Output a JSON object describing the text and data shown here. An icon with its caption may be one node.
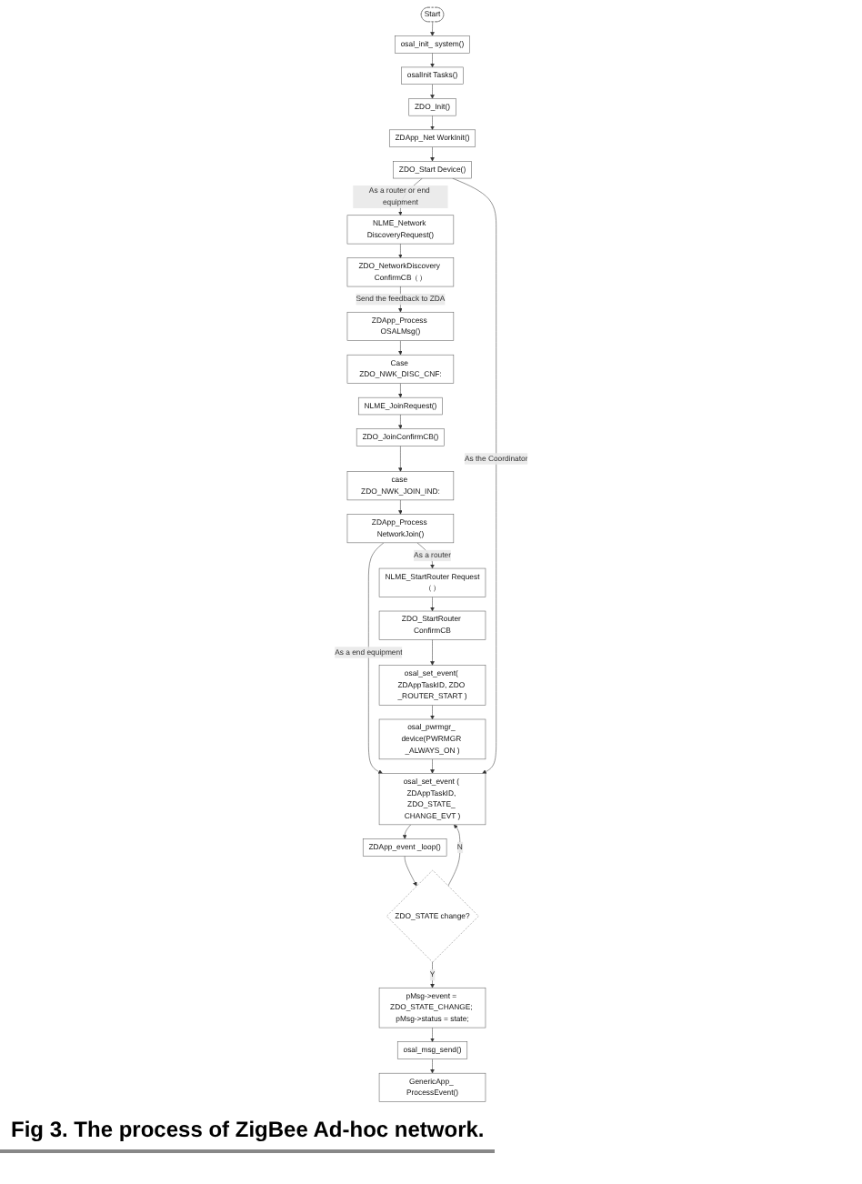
{
  "diagram": {
    "caption": "Fig 3. The process of ZigBee Ad-hoc network.",
    "nodes": [
      {
        "text": [
          "Start"
        ]
      },
      {
        "text": [
          "osal_init_ system()"
        ]
      },
      {
        "text": [
          "osalInit Tasks()"
        ]
      },
      {
        "text": [
          "ZDO_Init()"
        ]
      },
      {
        "text": [
          "ZDApp_Net WorkInit()"
        ]
      },
      {
        "text": [
          "ZDO_Start Device()"
        ]
      },
      {
        "text": [
          "NLME_Network DiscoveryRequest()"
        ]
      },
      {
        "text": [
          "ZDO_NetworkDiscovery ConfirmCB（）"
        ]
      },
      {
        "text": [
          "ZDApp_Process OSALMsg()"
        ]
      },
      {
        "text": [
          "Case ZDO_NWK_DISC_CNF:"
        ]
      },
      {
        "text": [
          "NLME_JoinRequest()"
        ]
      },
      {
        "text": [
          "ZDO_JoinConfirmCB()"
        ]
      },
      {
        "text": [
          "case ZDO_NWK_JOIN_IND:"
        ]
      },
      {
        "text": [
          "ZDApp_Process NetworkJoin()"
        ]
      },
      {
        "text": [
          "NLME_StartRouter Request（）"
        ]
      },
      {
        "text": [
          "ZDO_StartRouter ConfirmCB"
        ]
      },
      {
        "text": [
          "osal_set_event( ZDAppTaskID, ZDO _ROUTER_START )"
        ]
      },
      {
        "text": [
          "osal_pwrmgr_ device(PWRMGR _ALWAYS_ON )"
        ]
      },
      {
        "text": [
          "osal_set_event ( ZDAppTaskID, ZDO_STATE_ CHANGE_EVT )"
        ]
      },
      {
        "text": [
          "ZDApp_event _loop()"
        ]
      },
      {
        "text": [
          "ZDO_STATE change?"
        ]
      },
      {
        "text": [
          "pMsg->event = ZDO_STATE_CHANGE; pMsg->status = state;"
        ]
      },
      {
        "text": [
          "osal_msg_send()"
        ]
      },
      {
        "text": [
          "GenericApp_ ProcessEvent()"
        ]
      }
    ],
    "edges": [
      {
        "from": 0,
        "to": 1,
        "arrow": "to"
      },
      {
        "from": 1,
        "to": 2,
        "arrow": "to"
      },
      {
        "from": 2,
        "to": 3,
        "arrow": "to"
      },
      {
        "from": 3,
        "to": 4,
        "arrow": "to"
      },
      {
        "from": 4,
        "to": 5,
        "arrow": "to"
      },
      {
        "from": 5,
        "to": 6,
        "arrow": "to",
        "label": "As a router or end equipment"
      },
      {
        "from": 6,
        "to": 7,
        "arrow": "to"
      },
      {
        "from": 7,
        "to": 8,
        "arrow": "to",
        "label": "Send the feedback to ZDA"
      },
      {
        "from": 8,
        "to": 9,
        "arrow": "to"
      },
      {
        "from": 9,
        "to": 10,
        "arrow": "to"
      },
      {
        "from": 10,
        "to": 11,
        "arrow": "to"
      },
      {
        "from": 11,
        "to": 12,
        "arrow": "to"
      },
      {
        "from": 12,
        "to": 13,
        "arrow": "to"
      },
      {
        "from": 13,
        "to": 18,
        "arrow": "to",
        "label": "As a end equipment"
      },
      {
        "from": 13,
        "to": 14,
        "arrow": "to",
        "label": "As a router"
      },
      {
        "from": 5,
        "to": 18,
        "arrow": "to",
        "label": "As the Coordinator"
      },
      {
        "from": 14,
        "to": 15,
        "arrow": "to"
      },
      {
        "from": 15,
        "to": 16,
        "arrow": "to"
      },
      {
        "from": 16,
        "to": 17,
        "arrow": "to"
      },
      {
        "from": 17,
        "to": 18,
        "arrow": "to"
      },
      {
        "from": 18,
        "to": 19,
        "arrow": "to"
      },
      {
        "from": 19,
        "to": 20,
        "arrow": "to"
      },
      {
        "from": 20,
        "to": 18,
        "arrow": "to",
        "label": "N"
      },
      {
        "from": 20,
        "to": 21,
        "arrow": "to",
        "label": "Y"
      },
      {
        "from": 21,
        "to": 22,
        "arrow": "to"
      },
      {
        "from": 22,
        "to": 23,
        "arrow": "to"
      }
    ]
  }
}
